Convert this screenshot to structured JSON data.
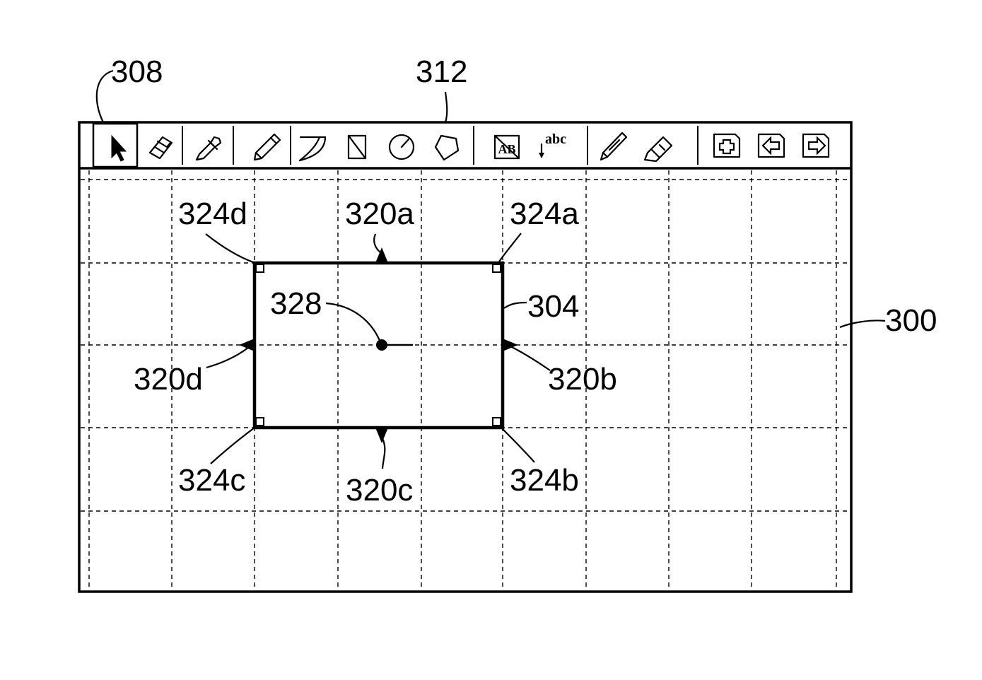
{
  "refs": {
    "toolbar": "308",
    "tool_group": "312",
    "display": "300",
    "object": "304",
    "handle_top": "320a",
    "handle_right": "320b",
    "handle_bottom": "320c",
    "handle_left": "320d",
    "corner_top_right": "324a",
    "corner_bottom_right": "324b",
    "corner_bottom_left": "324c",
    "corner_top_left": "324d",
    "center_handle": "328"
  },
  "toolbar": {
    "text_tool_label": "AB",
    "text_insert_label": "abc",
    "tools": [
      {
        "name": "select-tool",
        "icon": "arrow-pointer-icon",
        "active": true
      },
      {
        "name": "eraser-tool",
        "icon": "eraser-icon",
        "active": false
      },
      {
        "name": "eyedropper-tool",
        "icon": "eyedropper-icon",
        "active": false
      },
      {
        "name": "pencil-tool",
        "icon": "pencil-icon",
        "active": false
      },
      {
        "name": "arc-tool",
        "icon": "arc-icon",
        "active": false
      },
      {
        "name": "rectangle-tool",
        "icon": "rectangle-icon",
        "active": false
      },
      {
        "name": "circle-tool",
        "icon": "circle-icon",
        "active": false
      },
      {
        "name": "polygon-tool",
        "icon": "polygon-icon",
        "active": false
      },
      {
        "name": "text-box-tool",
        "icon": "text-box-icon",
        "active": false
      },
      {
        "name": "text-insert-tool",
        "icon": "text-insert-icon",
        "active": false
      },
      {
        "name": "pen-tool",
        "icon": "pen-icon",
        "active": false
      },
      {
        "name": "highlighter-tool",
        "icon": "highlighter-icon",
        "active": false
      },
      {
        "name": "new-page-tool",
        "icon": "add-page-icon",
        "active": false
      },
      {
        "name": "previous-page-tool",
        "icon": "arrow-left-icon",
        "active": false
      },
      {
        "name": "next-page-tool",
        "icon": "arrow-right-icon",
        "active": false
      }
    ]
  },
  "colors": {
    "line": "#000000",
    "background": "#ffffff"
  }
}
